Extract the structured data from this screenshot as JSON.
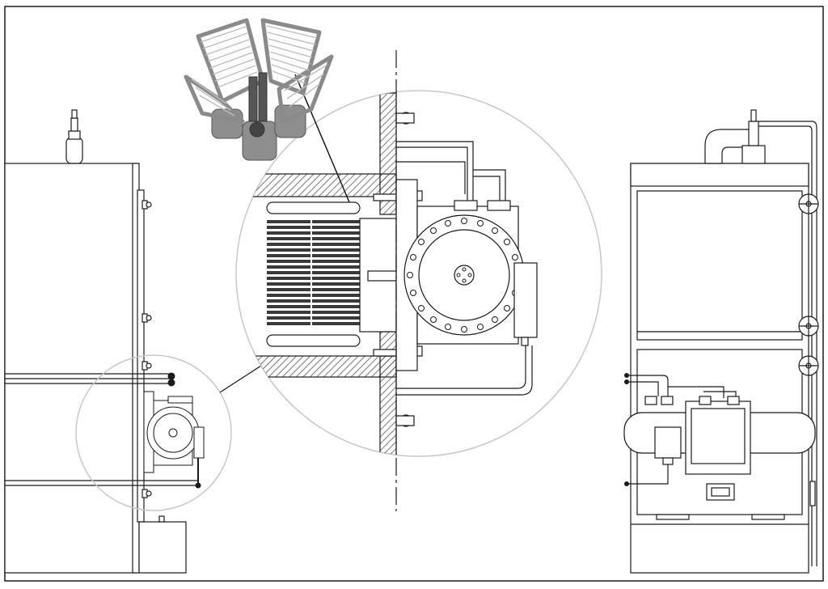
{
  "drawing": {
    "type": "technical-illustration",
    "views": [
      "left-elevation",
      "detail-magnifier",
      "coil-3d-render",
      "right-elevation"
    ],
    "colors": {
      "line": "#1a1a1a",
      "hatch": "#555555",
      "magnifier": "#c8c8c8",
      "coil_render": "#9a9a9a",
      "background": "#ffffff"
    },
    "text_labels": []
  }
}
